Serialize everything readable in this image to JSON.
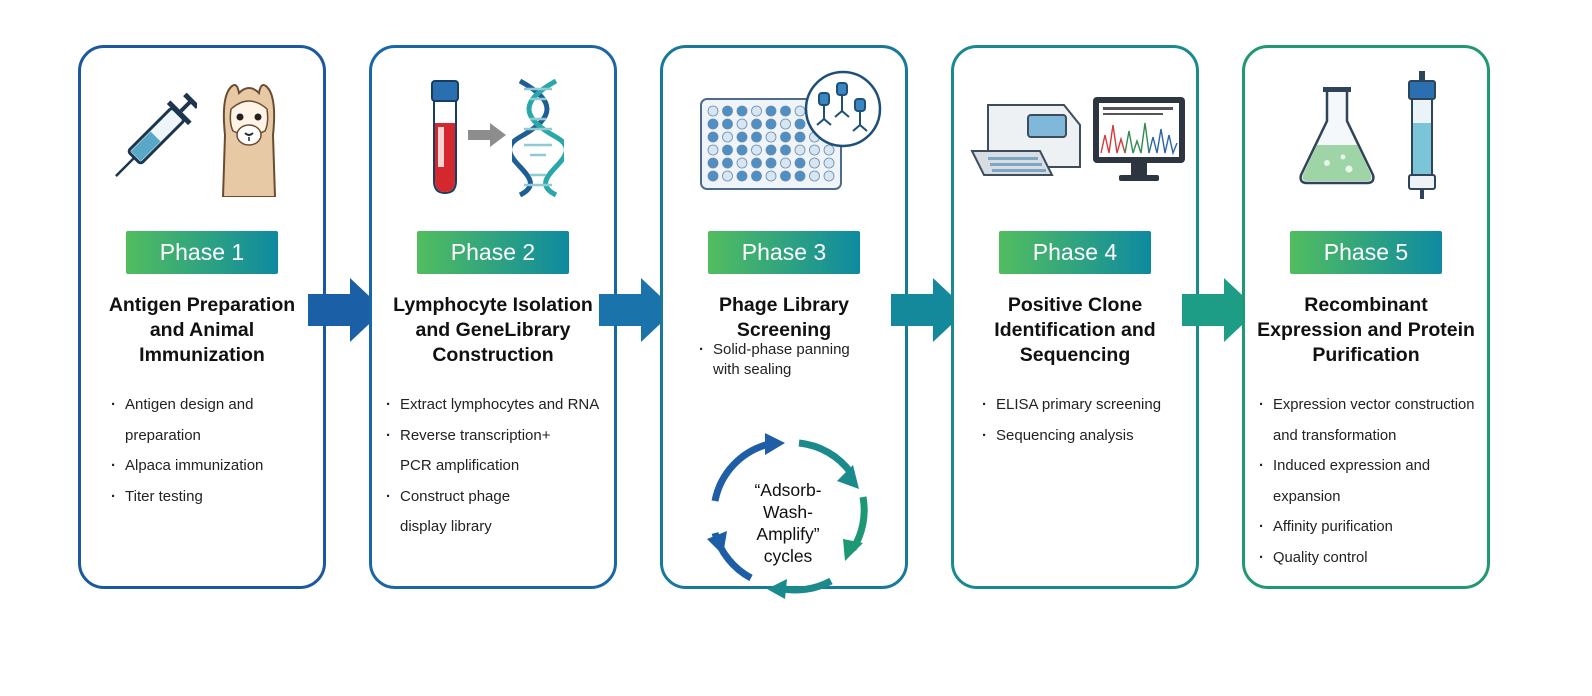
{
  "colors": {
    "badge_start": "#52bd5f",
    "badge_end": "#0e8aa0",
    "card_borders": [
      "#1c58a0",
      "#1a67a8",
      "#177a9a",
      "#1a8a8e",
      "#1f9970"
    ],
    "arrow_colors": [
      "#1b5fa6",
      "#1a74ab",
      "#14899b",
      "#1d9d86"
    ]
  },
  "phases": [
    {
      "badge": "Phase 1",
      "title_lines": [
        "Antigen Preparation",
        "and Animal",
        "Immunization"
      ],
      "bullets": [
        "Antigen design and",
        "preparation",
        "Alpaca immunization",
        "Titer testing"
      ],
      "icons": [
        "syringe-icon",
        "alpaca-icon"
      ]
    },
    {
      "badge": "Phase 2",
      "title_lines": [
        "Lymphocyte Isolation",
        "and GeneLibrary",
        "Construction"
      ],
      "bullets": [
        "Extract lymphocytes and RNA",
        "Reverse transcription+",
        "PCR amplification",
        "Construct phage",
        "display library"
      ],
      "icons": [
        "blood-tube-icon",
        "right-arrow-icon",
        "dna-helix-icon"
      ]
    },
    {
      "badge": "Phase 3",
      "title_lines": [
        "Phage Library",
        "Screening"
      ],
      "bullets": [
        "Solid-phase panning",
        "with sealing"
      ],
      "cycle_lines": [
        "“Adsorb-",
        "Wash-",
        "Amplify”",
        "cycles"
      ],
      "icons": [
        "well-plate-icon",
        "phage-magnifier-icon",
        "cycle-arrows-icon"
      ]
    },
    {
      "badge": "Phase 4",
      "title_lines": [
        "Positive Clone",
        "Identification and",
        "Sequencing"
      ],
      "bullets": [
        "ELISA primary screening",
        "Sequencing analysis"
      ],
      "icons": [
        "plate-reader-icon",
        "sequencing-monitor-icon"
      ]
    },
    {
      "badge": "Phase 5",
      "title_lines": [
        "Recombinant",
        "Expression and Protein",
        "Purification"
      ],
      "bullets": [
        "Expression vector construction",
        "and transformation",
        "Induced expression and",
        "expansion",
        "Affinity purification",
        "Quality control"
      ],
      "icons": [
        "flask-icon",
        "chromatography-column-icon"
      ]
    }
  ]
}
